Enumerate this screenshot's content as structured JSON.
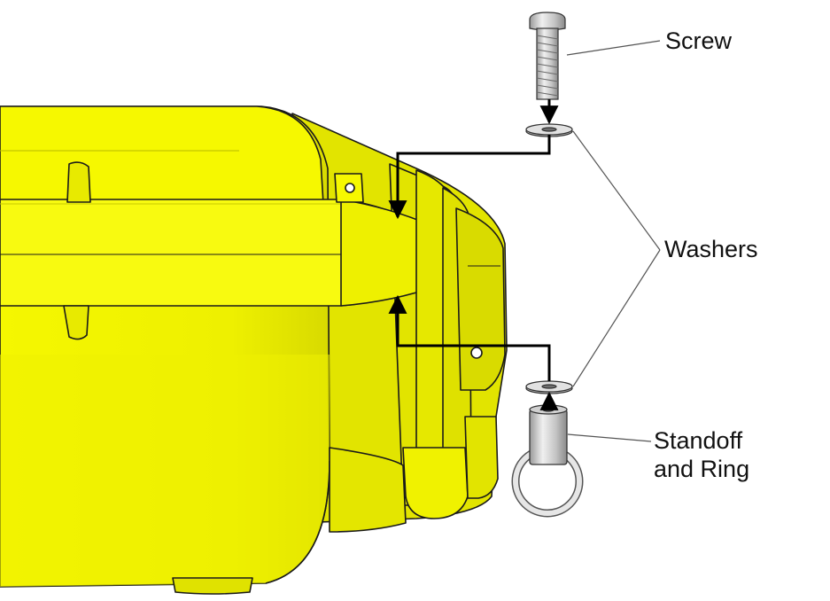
{
  "labels": {
    "screw": "Screw",
    "washers": "Washers",
    "standoff_line1": "Standoff",
    "standoff_line2": "and Ring"
  },
  "colors": {
    "case_fill": "#f3f500",
    "case_shadow": "#d9db00",
    "outline": "#1a1a1a",
    "metal": "#c8c8c8",
    "metal_dark": "#8c8c8c",
    "arrow": "#000000"
  }
}
